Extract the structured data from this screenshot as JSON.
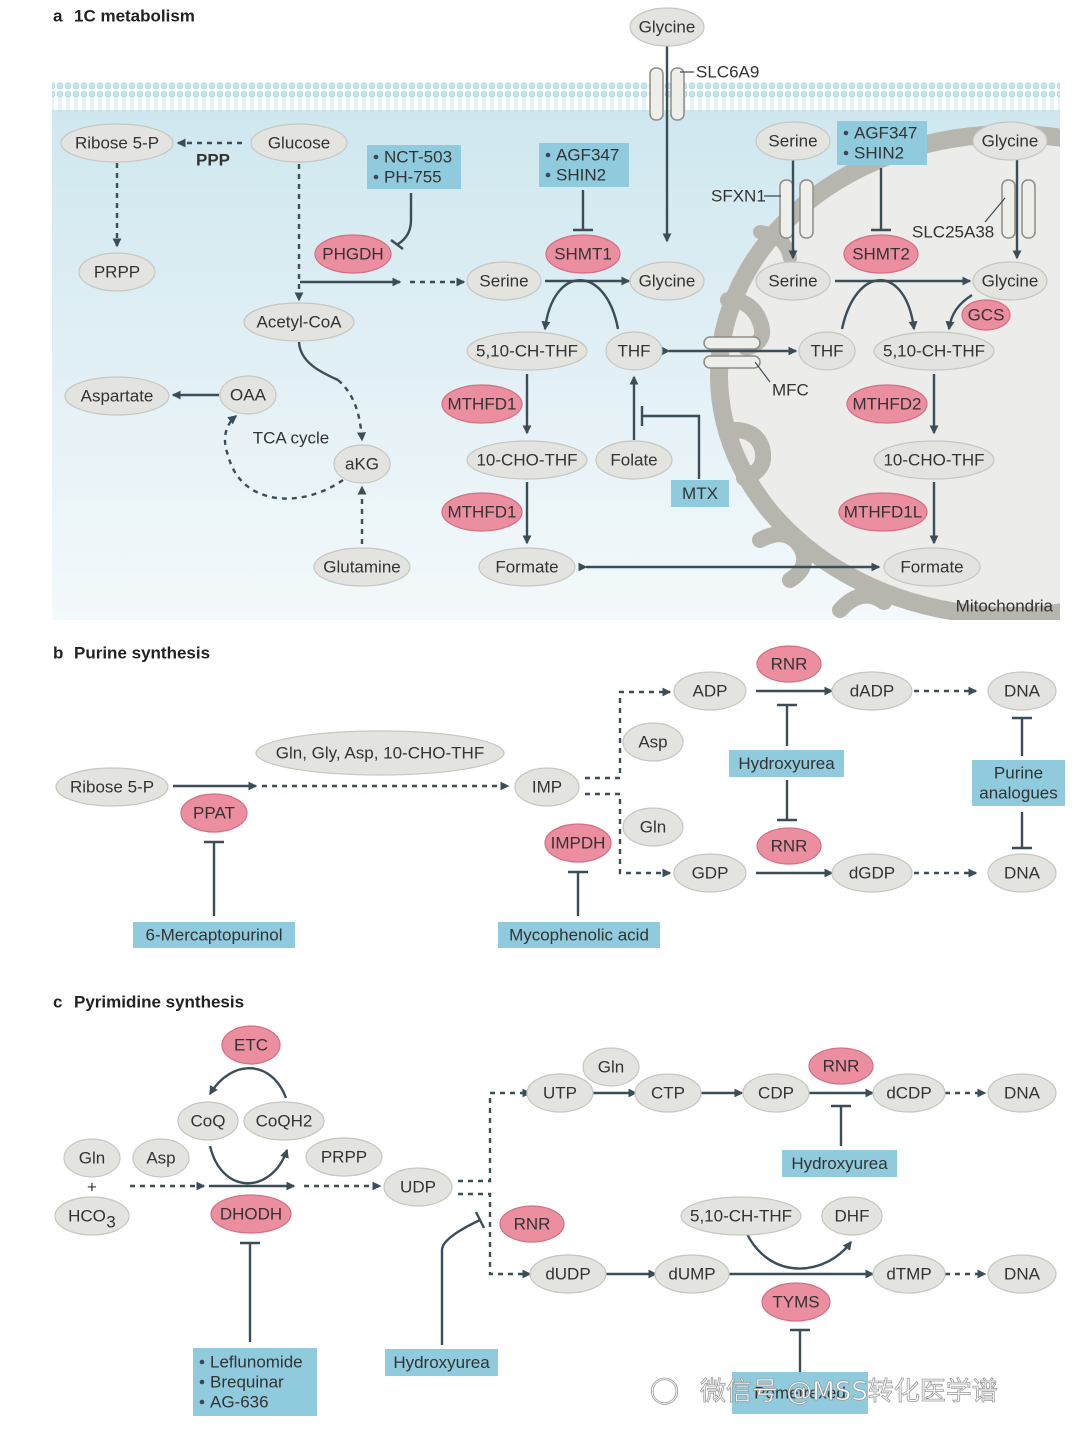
{
  "sections": {
    "a": {
      "letter": "a",
      "title": "1C metabolism"
    },
    "b": {
      "letter": "b",
      "title": "Purine synthesis"
    },
    "c": {
      "letter": "c",
      "title": "Pyrimidine synthesis"
    }
  },
  "colors": {
    "substrate": "#e3e3df",
    "enzyme": "#ea8ea0",
    "inhibitor": "#8fcbdd",
    "cytosol": "#dcedf2",
    "mitochondria": "#ececea",
    "arrow": "#3b4d57"
  },
  "nodes_a": {
    "glycine_out": "Glycine",
    "ribose5p": "Ribose 5-P",
    "glucose": "Glucose",
    "prpp": "PRPP",
    "phgdh": "PHGDH",
    "serine_c": "Serine",
    "shmt1": "SHMT1",
    "glycine_c": "Glycine",
    "acetylcoa": "Acetyl-CoA",
    "aspartate": "Aspartate",
    "oaa": "OAA",
    "akg": "aKG",
    "glutamine": "Glutamine",
    "ch_thf_c": "5,10-CH-THF",
    "thf_c": "THF",
    "mthfd1_1": "MTHFD1",
    "cho_thf_c": "10-CHO-THF",
    "folate": "Folate",
    "mthfd1_2": "MTHFD1",
    "formate_c": "Formate",
    "serine_top": "Serine",
    "glycine_top": "Glycine",
    "serine_m": "Serine",
    "shmt2": "SHMT2",
    "glycine_m": "Glycine",
    "gcs": "GCS",
    "thf_m": "THF",
    "ch_thf_m": "5,10-CH-THF",
    "mthfd2": "MTHFD2",
    "cho_thf_m": "10-CHO-THF",
    "mthfd1l": "MTHFD1L",
    "formate_m": "Formate"
  },
  "boxes_a": {
    "nct": [
      "NCT-503",
      "PH-755"
    ],
    "agf1": [
      "AGF347",
      "SHIN2"
    ],
    "agf2": [
      "AGF347",
      "SHIN2"
    ],
    "mtx": "MTX"
  },
  "labels_a": {
    "slc6a9": "SLC6A9",
    "ppp": "PPP",
    "sfxn1": "SFXN1",
    "slc25a38": "SLC25A38",
    "tca": "TCA cycle",
    "mfc": "MFC",
    "mito": "Mitochondria"
  },
  "nodes_b": {
    "ribose5p": "Ribose 5-P",
    "ppat": "PPAT",
    "substrates": "Gln, Gly, Asp, 10-CHO-THF",
    "imp": "IMP",
    "asp": "Asp",
    "gln": "Gln",
    "impdh": "IMPDH",
    "adp": "ADP",
    "gdp": "GDP",
    "rnr1": "RNR",
    "rnr2": "RNR",
    "dadp": "dADP",
    "dgdp": "dGDP",
    "dna1": "DNA",
    "dna2": "DNA"
  },
  "boxes_b": {
    "hydroxyurea": "Hydroxyurea",
    "purine": [
      "Purine",
      "analogues"
    ],
    "mercapto": "6-Mercaptopurinol",
    "myco": "Mycophenolic acid"
  },
  "nodes_c": {
    "etc": "ETC",
    "coq": "CoQ",
    "coqh2": "CoQH2",
    "gln": "Gln",
    "plus": "+",
    "hco3": "HCO",
    "hco3_sub": "3",
    "asp": "Asp",
    "prpp": "PRPP",
    "dhodh": "DHODH",
    "udp": "UDP",
    "utp": "UTP",
    "gln2": "Gln",
    "ctp": "CTP",
    "cdp": "CDP",
    "rnr1": "RNR",
    "dcdp": "dCDP",
    "dna1": "DNA",
    "rnr2": "RNR",
    "ch_thf": "5,10-CH-THF",
    "dhf": "DHF",
    "dudp": "dUDP",
    "dump": "dUMP",
    "dtmp": "dTMP",
    "dna2": "DNA",
    "tyms": "TYMS"
  },
  "boxes_c": {
    "hydroxyurea1": "Hydroxyurea",
    "hydroxyurea2": "Hydroxyurea",
    "leflu": [
      "Leflunomide",
      "Brequinar",
      "AG-636"
    ],
    "pemetrexed": "Pemetrexed"
  },
  "watermark": "微信号 @MSS转化医学谱"
}
